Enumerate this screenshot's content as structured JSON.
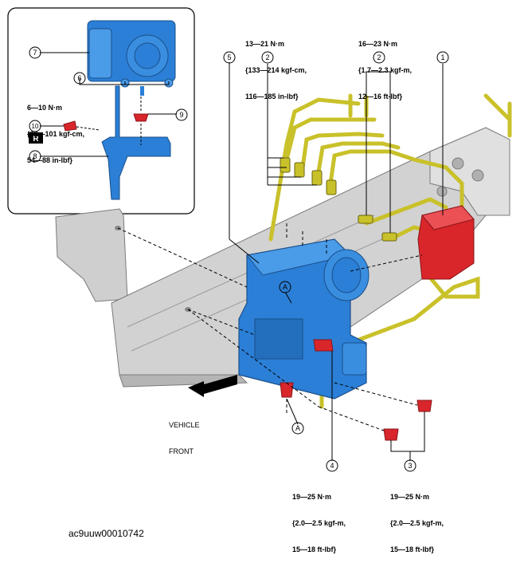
{
  "callouts": {
    "c1": "1",
    "c2a": "2",
    "c2b": "2",
    "c3": "3",
    "c4": "4",
    "c5": "5",
    "c6": "6",
    "c7": "7",
    "c8": "8",
    "c9": "9",
    "c10": "10",
    "a_top": "A",
    "a_bottom": "A",
    "r_box": "R"
  },
  "torques": {
    "t13": [
      "13—21 N·m",
      "{133—214 kgf-cm,",
      "116—185 in-lbf}"
    ],
    "t16": [
      "16—23 N·m",
      "{1.7—2.3 kgf-m,",
      "12—16 ft-lbf}"
    ],
    "t6": [
      "6—10 N·m",
      "{62—101 kgf-cm,",
      "54—88 in-lbf}"
    ],
    "t19a": [
      "19—25 N·m",
      "{2.0—2.5 kgf-m,",
      "15—18 ft-lbf}"
    ],
    "t19b": [
      "19—25 N·m",
      "{2.0—2.5 kgf-m,",
      "15—18 ft-lbf}"
    ]
  },
  "vehicle_front": [
    "VEHICLE",
    "FRONT"
  ],
  "figure_id": "ac9uuw00010742",
  "colors": {
    "hydraulic_unit": "#2b7fd6",
    "fasteners": "#d8262b",
    "brake_pipes": "#c9c12a",
    "body_panel": "#c9c9c9"
  }
}
